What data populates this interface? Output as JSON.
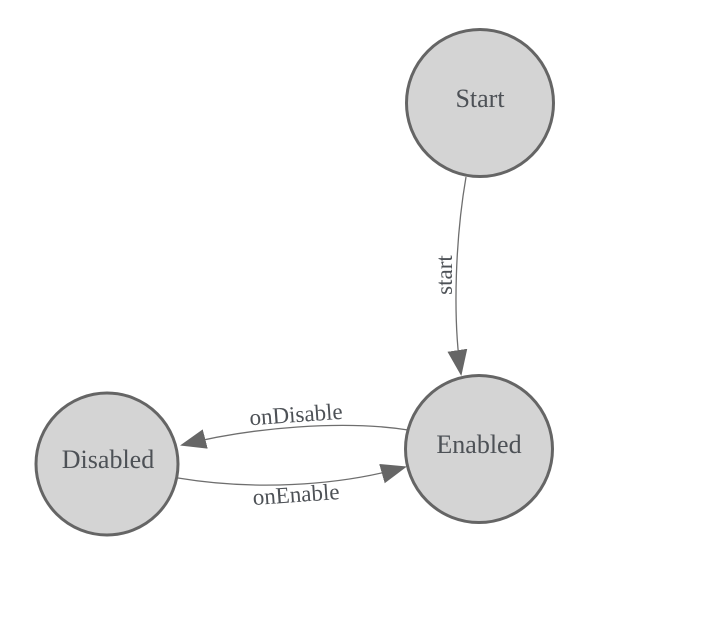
{
  "diagram": {
    "type": "state-machine",
    "nodes": [
      {
        "label": "Start"
      },
      {
        "label": "Enabled"
      },
      {
        "label": "Disabled"
      }
    ],
    "edges": [
      {
        "from": "Start",
        "to": "Enabled",
        "label": "start"
      },
      {
        "from": "Enabled",
        "to": "Disabled",
        "label": "onDisable"
      },
      {
        "from": "Disabled",
        "to": "Enabled",
        "label": "onEnable"
      }
    ],
    "colors": {
      "background": "#ffffff",
      "node_fill": "#d4d4d4",
      "node_stroke": "#656565",
      "edge_line": "#6e6e6e",
      "arrow_fill": "#666666",
      "text": "#4d5156"
    }
  }
}
